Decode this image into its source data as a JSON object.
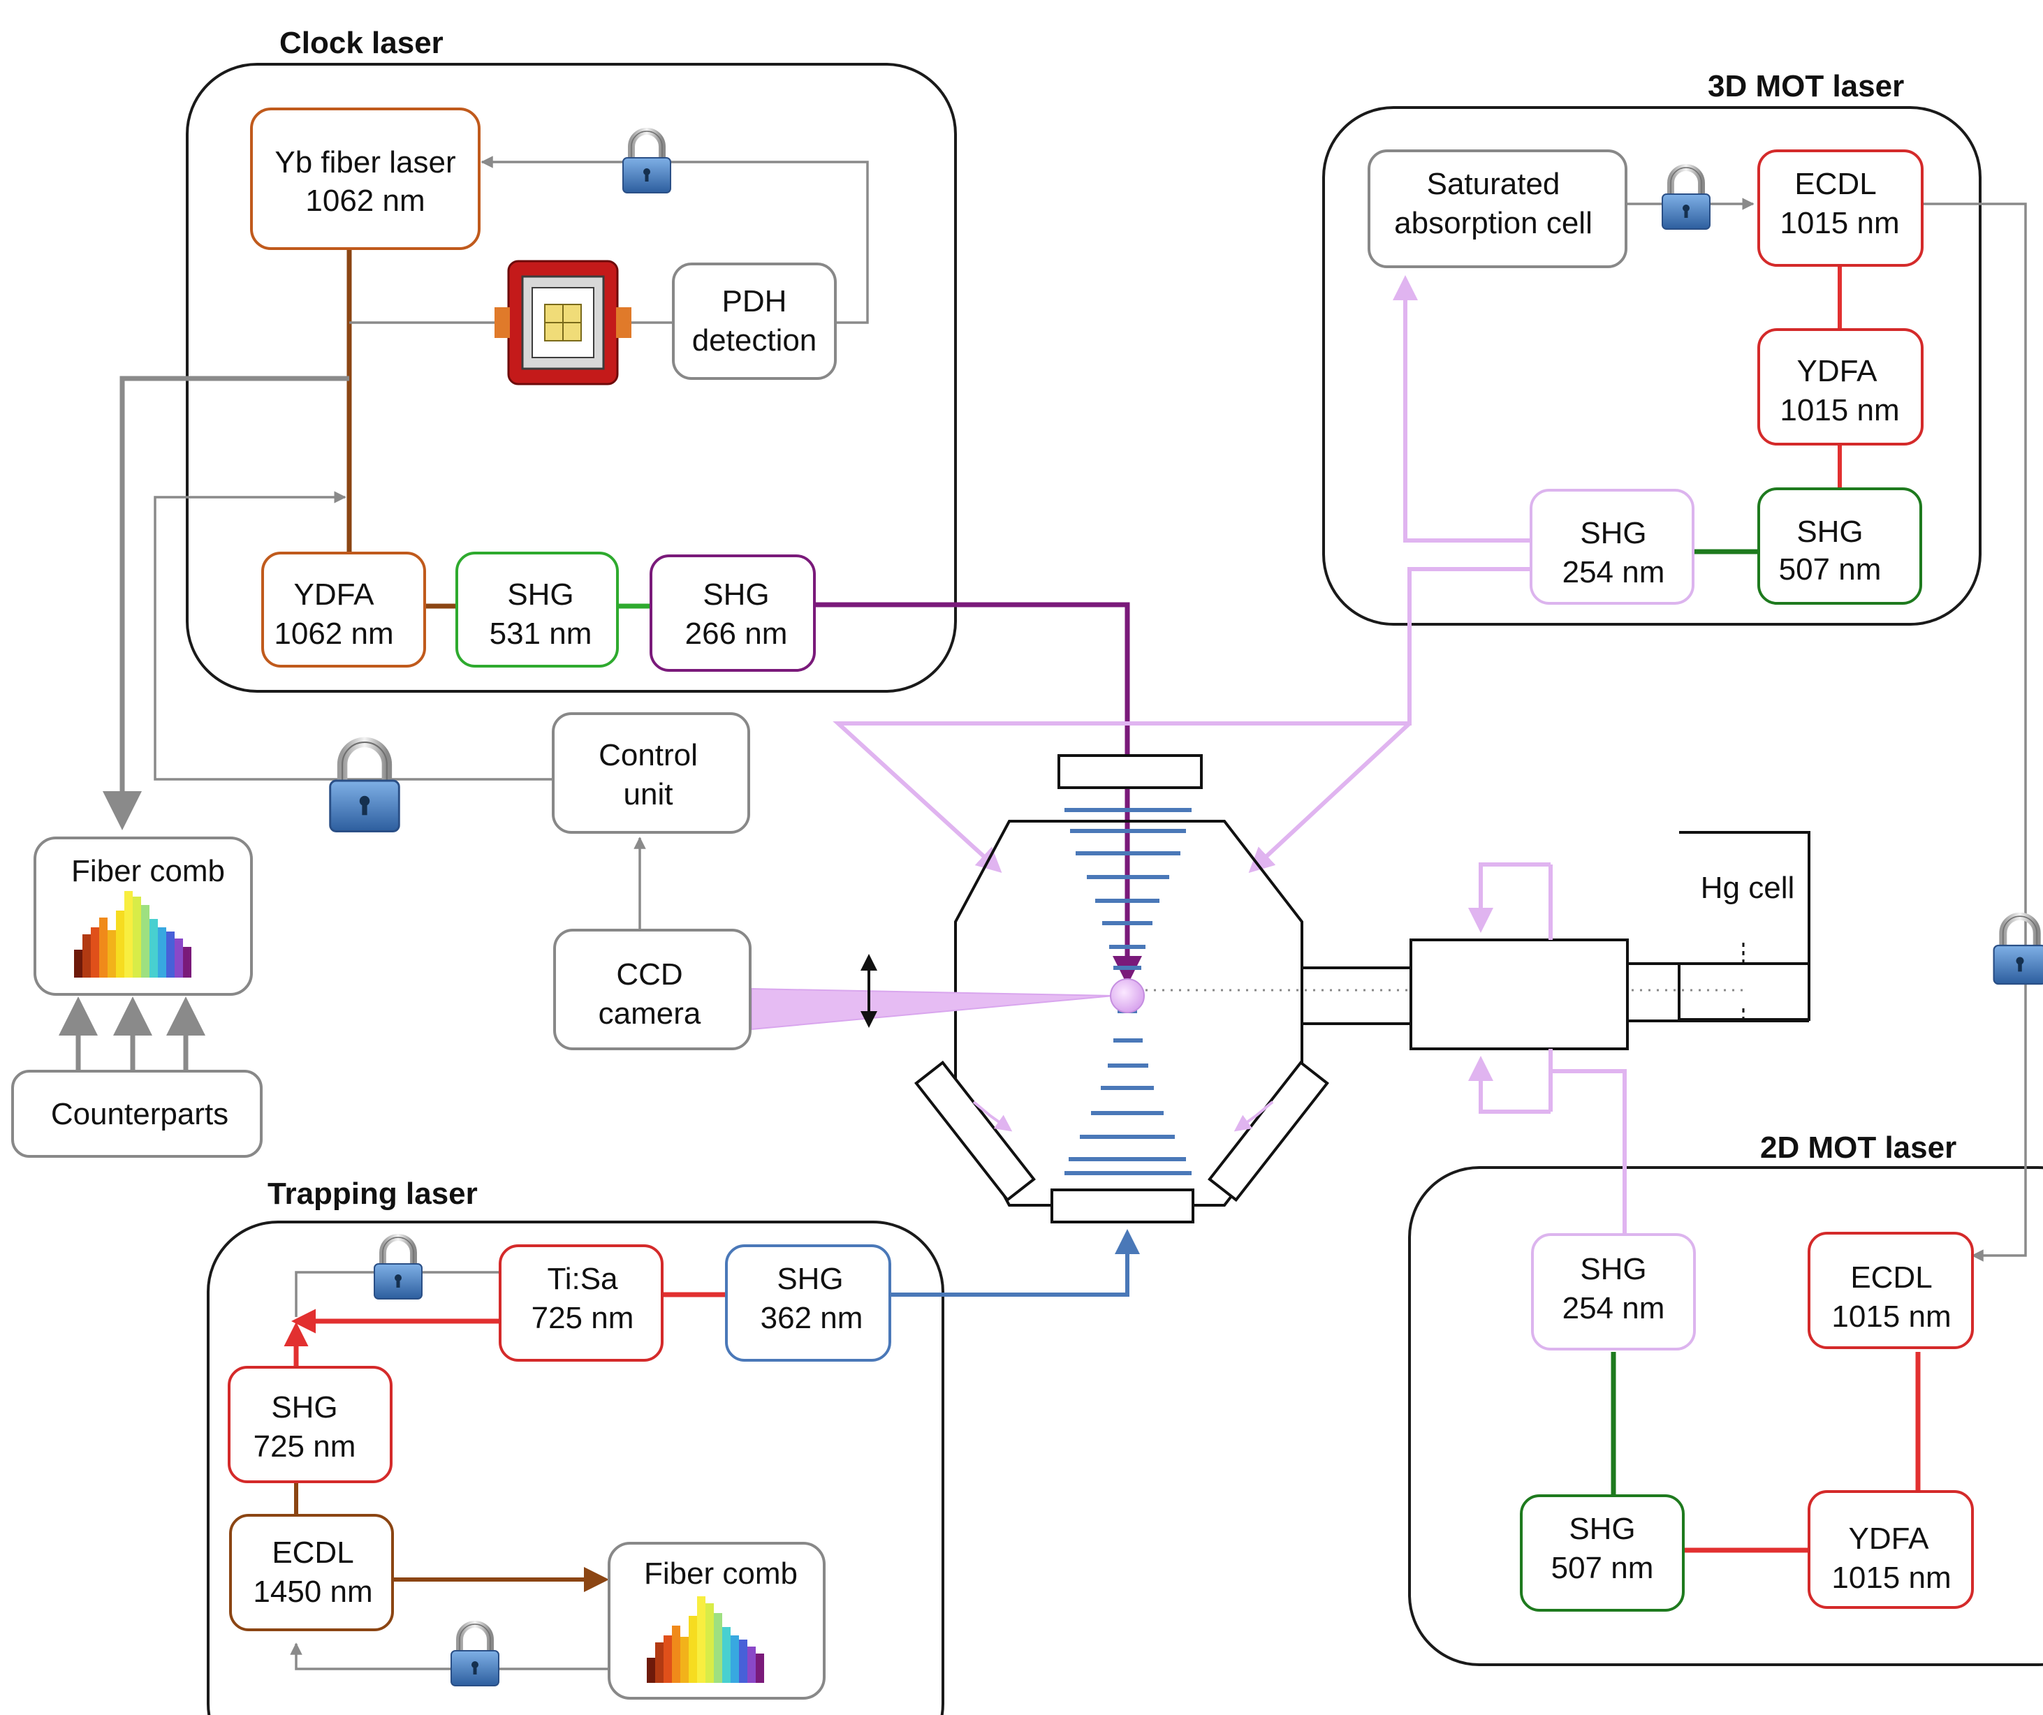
{
  "groups": {
    "clock": {
      "title": "Clock laser"
    },
    "mot3d": {
      "title": "3D MOT laser"
    },
    "mot2d": {
      "title": "2D MOT laser"
    },
    "trap": {
      "title": "Trapping laser"
    }
  },
  "nodes": {
    "yb_fiber_laser": [
      "Yb fiber laser",
      "1062 nm"
    ],
    "pdh": [
      "PDH",
      "detection"
    ],
    "ydfa_1062": [
      "YDFA",
      "1062 nm"
    ],
    "shg_531": [
      "SHG",
      "531 nm"
    ],
    "shg_266": [
      "SHG",
      "266 nm"
    ],
    "sat_abs": [
      "Saturated",
      "absorption cell"
    ],
    "ecdl_1015_3d": [
      "ECDL",
      "1015 nm"
    ],
    "ydfa_1015_3d": [
      "YDFA",
      "1015 nm"
    ],
    "shg_254_3d": [
      "SHG",
      "254 nm"
    ],
    "shg_507_3d": [
      "SHG",
      "507 nm"
    ],
    "control_unit": [
      "Control",
      "unit"
    ],
    "ccd_camera": [
      "CCD",
      "camera"
    ],
    "fiber_comb_top": [
      "Fiber comb"
    ],
    "counterparts": [
      "Counterparts"
    ],
    "hg_cell": [
      "Hg cell"
    ],
    "ti_sa": [
      "Ti:Sa",
      "725 nm"
    ],
    "shg_362": [
      "SHG",
      "362 nm"
    ],
    "shg_725": [
      "SHG",
      "725 nm"
    ],
    "ecdl_1450": [
      "ECDL",
      "1450 nm"
    ],
    "fiber_comb_bottom": [
      "Fiber comb"
    ],
    "shg_254_2d": [
      "SHG",
      "254 nm"
    ],
    "ecdl_1015_2d": [
      "ECDL",
      "1015 nm"
    ],
    "shg_507_2d": [
      "SHG",
      "507 nm"
    ],
    "ydfa_1015_2d": [
      "YDFA",
      "1015 nm"
    ]
  },
  "colors": {
    "brown": "#8b4513",
    "green": "#2eaa2e",
    "dark_green": "#1e7a1e",
    "purple": "#7a1a7a",
    "red": "#e23030",
    "lavender": "#e0b4f0",
    "blue": "#4a78b8",
    "gray": "#8a8a8a"
  },
  "icons": [
    "lock-icon",
    "optical-cavity-icon",
    "comb-spectrum-icon",
    "atom-icon",
    "vacuum-chamber"
  ]
}
